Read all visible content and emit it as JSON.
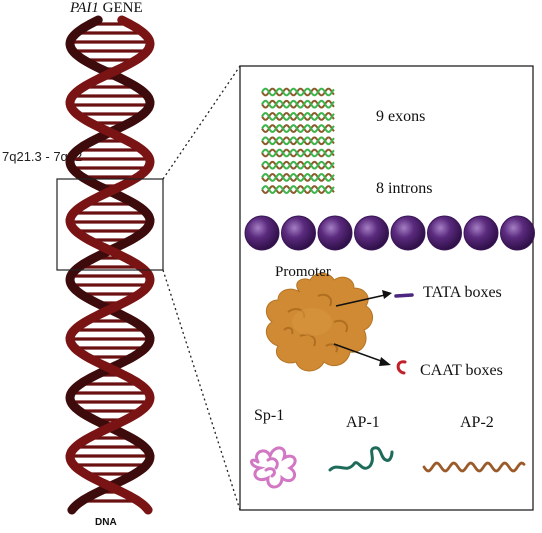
{
  "title": {
    "gene_italic": "PAI1",
    "gene_rest": " GENE"
  },
  "locus": "7q21.3 - 7q22",
  "dna_label": "DNA",
  "structure": {
    "exons": "9 exons",
    "introns": "8 introns"
  },
  "promoter": {
    "label": "Promoter",
    "tata": "TATA boxes",
    "caat": "CAAT boxes"
  },
  "factors": [
    "Sp-1",
    "AP-1",
    "AP-2"
  ],
  "colors": {
    "dna_strand_dark": "#3d0b0b",
    "dna_strand_mid": "#7a1414",
    "dna_rung": "#6a1010",
    "exon_wave_green": "#3bb54a",
    "intron_wave_brown": "#8b5a2b",
    "bead_purple": "#5b2a7e",
    "promoter_orange": "#cf8a33",
    "tata_purple": "#4b2580",
    "caat_red": "#c0202a",
    "sp1_pink": "#d277c4",
    "ap1_teal": "#1e6b5a",
    "ap2_brown": "#9b5a2a"
  }
}
